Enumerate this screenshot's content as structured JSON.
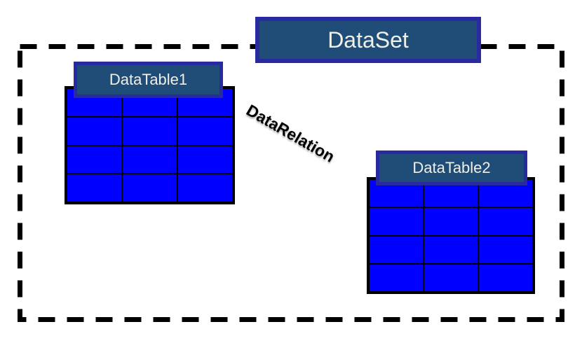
{
  "diagram": {
    "dataset": {
      "label": "DataSet"
    },
    "relation": {
      "label": "DataRelation"
    },
    "tables": [
      {
        "id": "datatable1",
        "label": "DataTable1",
        "rows": 4,
        "cols": 3
      },
      {
        "id": "datatable2",
        "label": "DataTable2",
        "rows": 4,
        "cols": 3
      }
    ],
    "colors": {
      "header_fill": "#204C78",
      "header_border": "#2A2AA0",
      "header_text": "#EFEFE6",
      "cell_fill": "#0000FF",
      "grid_line": "#000000",
      "boundary_dash": "#000000",
      "relation_text": "#000000",
      "background": "#FFFFFF"
    }
  }
}
